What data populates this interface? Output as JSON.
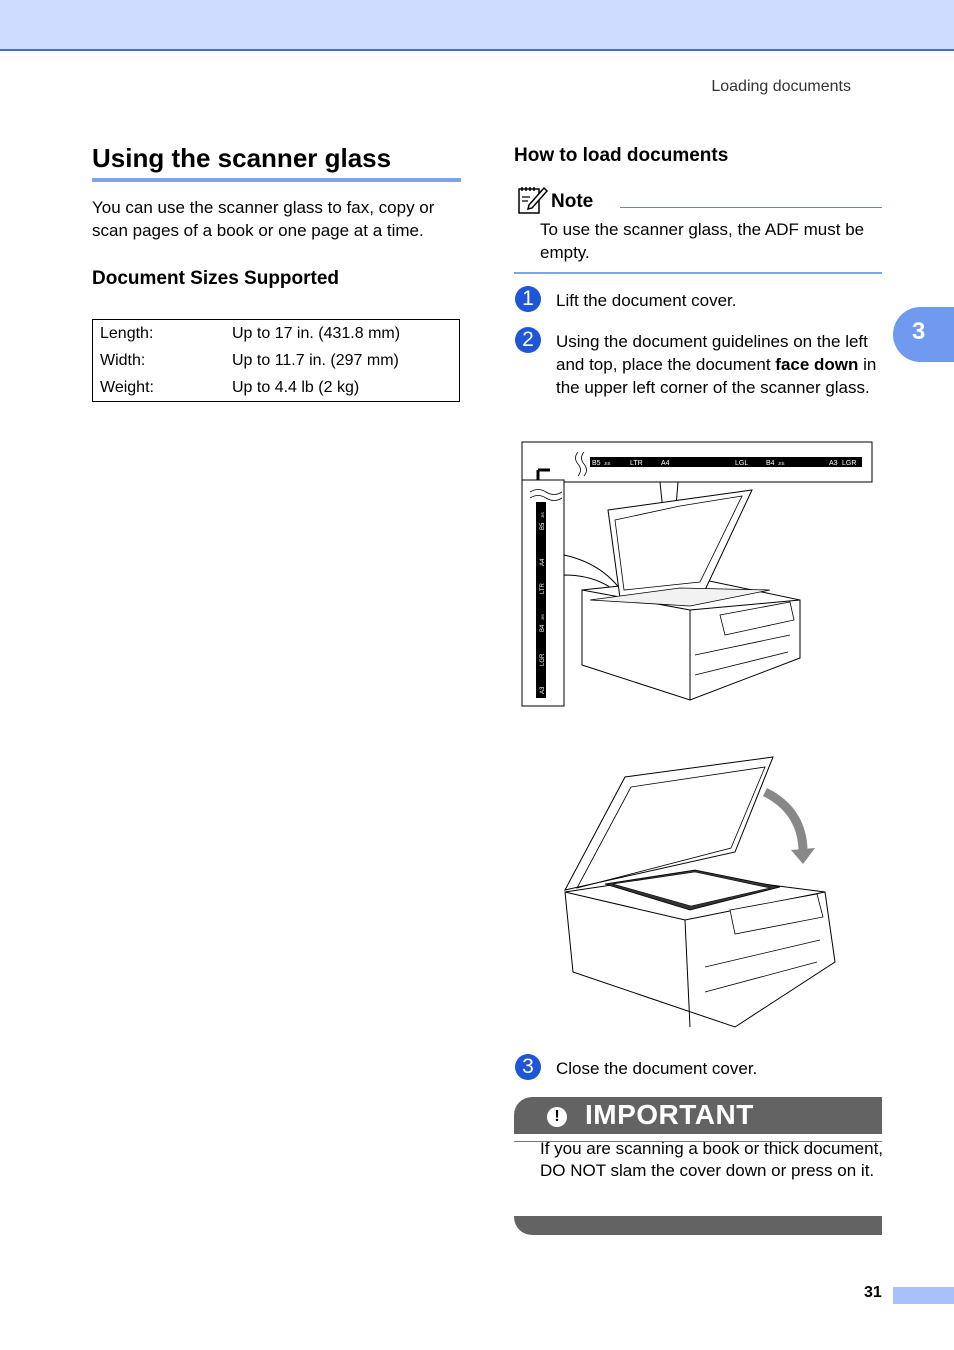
{
  "header": {
    "running_head": "Loading documents"
  },
  "left": {
    "title": "Using the scanner glass",
    "intro": "You can use the scanner glass to fax, copy or scan pages of a book or one page at a time.",
    "sizes_heading": "Document Sizes Supported",
    "sizes": [
      {
        "label": "Length:",
        "value": "Up to 17 in. (431.8 mm)"
      },
      {
        "label": "Width:",
        "value": "Up to 11.7 in. (297 mm)"
      },
      {
        "label": "Weight:",
        "value": "Up to 4.4 lb (2 kg)"
      }
    ]
  },
  "right": {
    "heading": "How to load documents",
    "note": {
      "label": "Note",
      "icon": "note-pencil-icon",
      "text": "To use the scanner glass, the ADF must be empty."
    },
    "steps": [
      {
        "num": "1",
        "text": "Lift the document cover."
      },
      {
        "num": "2",
        "text_before": "Using the document guidelines on the left and top, place the document",
        "bold": "face down",
        "text_after": "in the upper left corner of the scanner glass."
      },
      {
        "num": "3",
        "text": "Close the document cover."
      }
    ],
    "guide_labels_top": [
      "B5",
      "JIS",
      "LTR",
      "A4",
      "LGL",
      "B4",
      "JIS",
      "A3",
      "LGR"
    ],
    "guide_labels_side": [
      "B5",
      "JIS",
      "A4",
      "LTR",
      "B4",
      "JIS",
      "LGR",
      "A3"
    ],
    "important": {
      "label": "IMPORTANT",
      "icon_glyph": "!",
      "text": "If you are scanning a book or thick document, DO NOT slam the cover down or press on it."
    }
  },
  "chapter": {
    "number": "3"
  },
  "footer": {
    "page_number": "31"
  },
  "colors": {
    "accent": "#3b6fd8",
    "light_accent": "#cddcff",
    "tab": "#6f9af0",
    "badge": "#1f56d6",
    "important_bar": "#636363"
  }
}
